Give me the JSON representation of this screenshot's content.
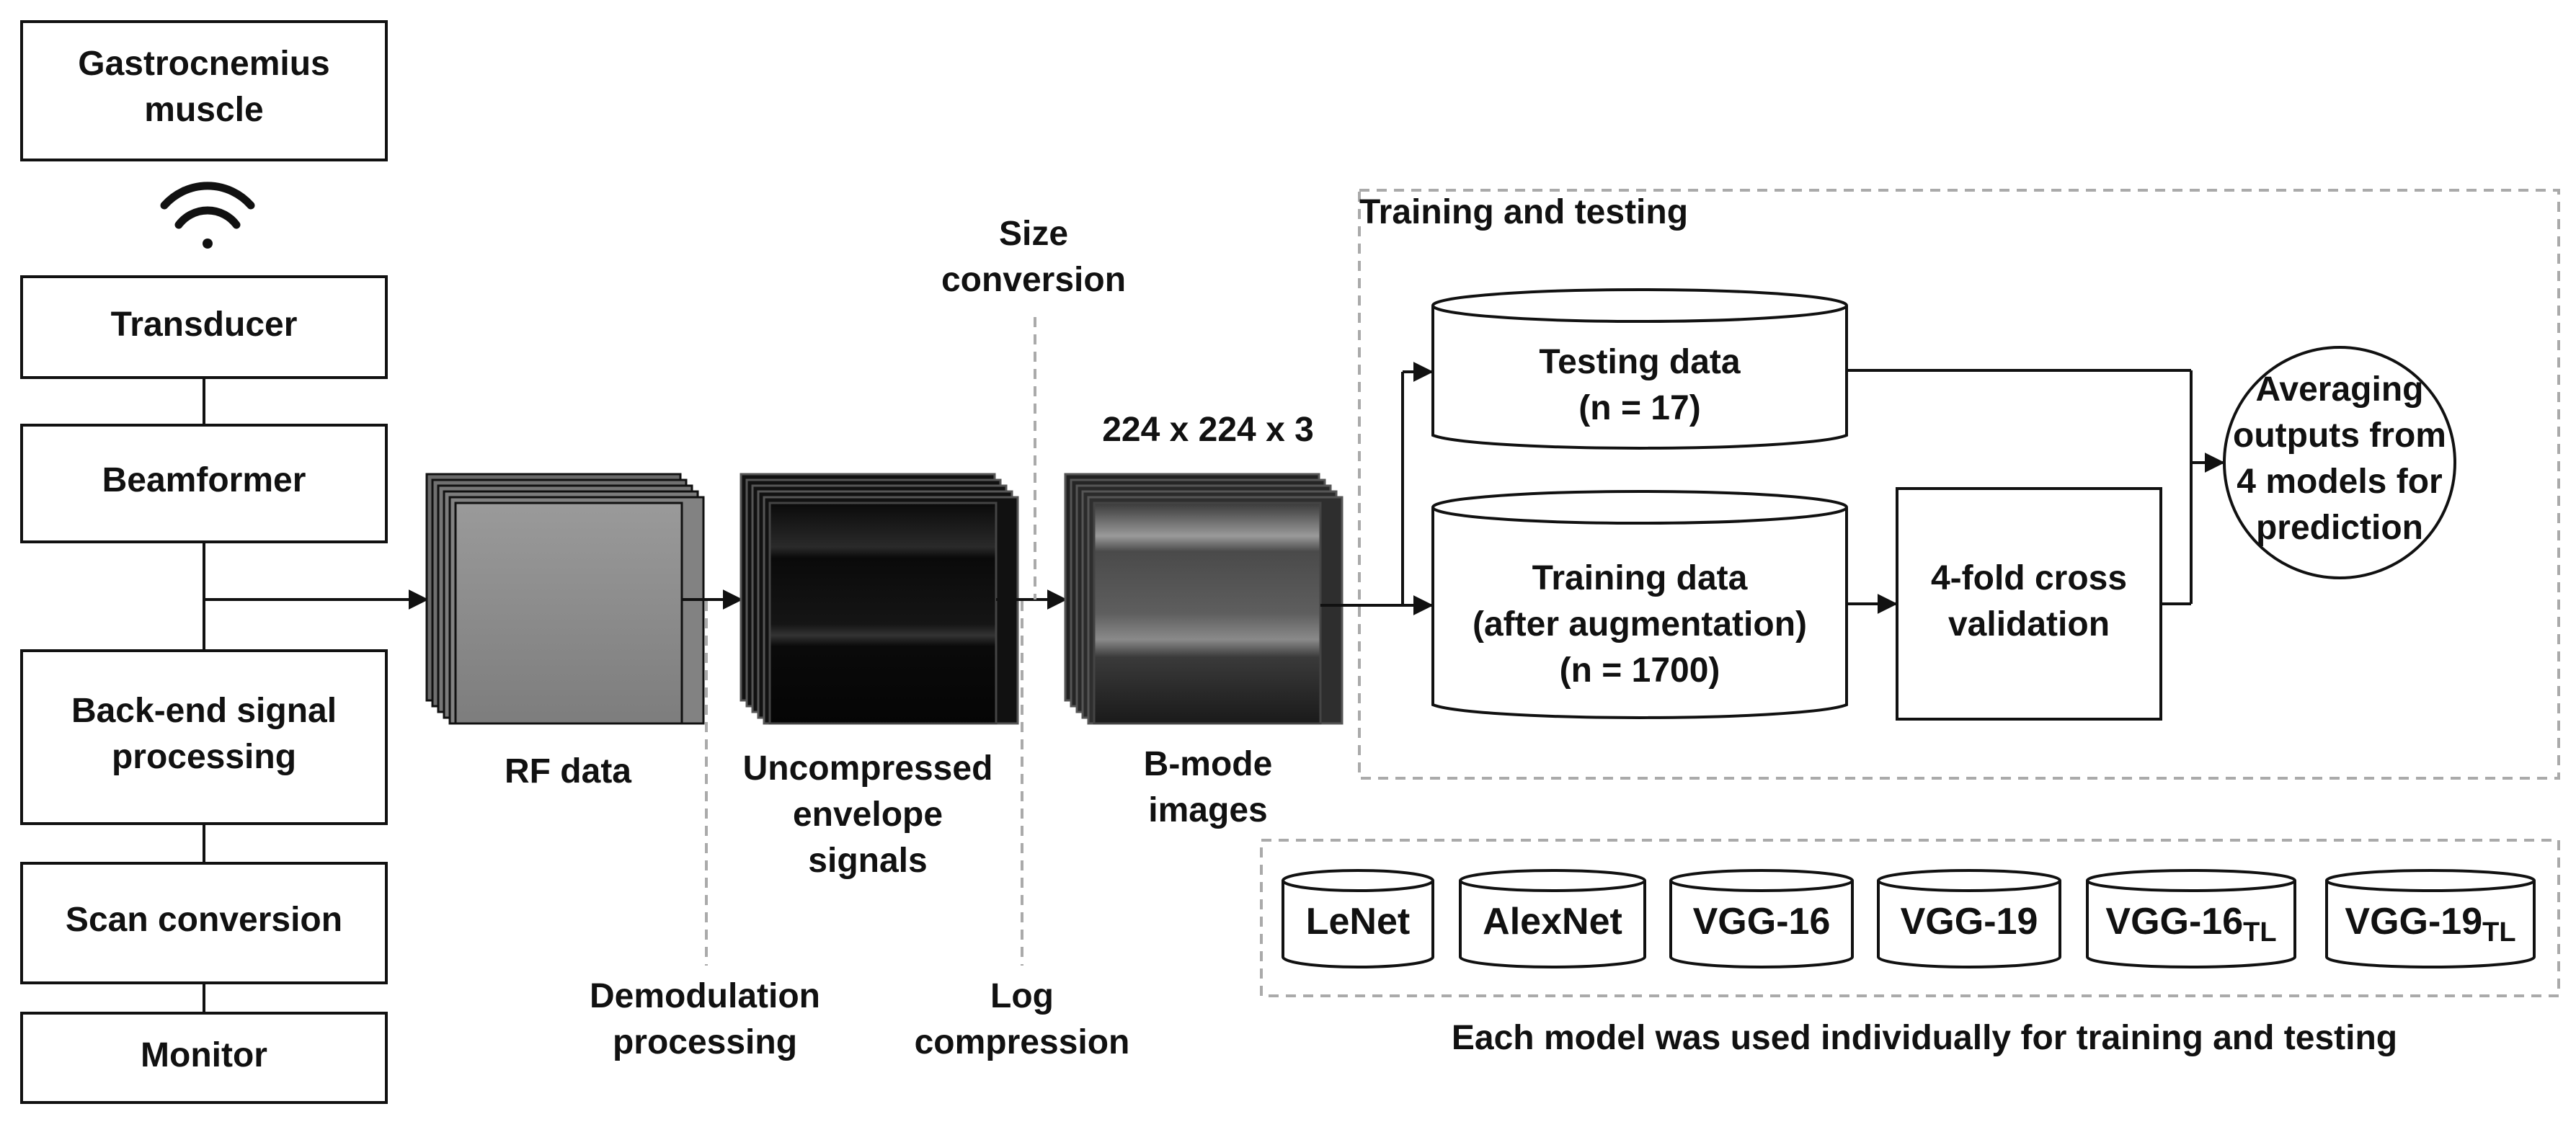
{
  "diagram": {
    "pipeline": {
      "muscle": [
        "Gastrocnemius",
        "muscle"
      ],
      "transducer": "Transducer",
      "beamformer": "Beamformer",
      "backend": [
        "Back-end signal",
        "processing"
      ],
      "scan": "Scan conversion",
      "monitor": "Monitor"
    },
    "stacks": {
      "rf": "RF data",
      "envelope": [
        "Uncompressed",
        "envelope",
        "signals"
      ],
      "bmode": [
        "B-mode",
        "images"
      ],
      "size_label": "224 x 224 x 3"
    },
    "annotations": {
      "size_conversion": [
        "Size",
        "conversion"
      ],
      "demodulation": [
        "Demodulation",
        "processing"
      ],
      "log_compression": [
        "Log",
        "compression"
      ]
    },
    "training": {
      "title": "Training and testing",
      "testing": [
        "Testing data",
        "(n = 17)"
      ],
      "training": [
        "Training data",
        "(after augmentation)",
        "(n = 1700)"
      ],
      "crossval": [
        "4-fold cross",
        "validation"
      ],
      "averaging": [
        "Averaging",
        "outputs from",
        "4 models for",
        "prediction"
      ]
    },
    "models": {
      "items": [
        {
          "main": "LeNet",
          "sub": ""
        },
        {
          "main": "AlexNet",
          "sub": ""
        },
        {
          "main": "VGG-16",
          "sub": ""
        },
        {
          "main": "VGG-19",
          "sub": ""
        },
        {
          "main": "VGG-16",
          "sub": "TL"
        },
        {
          "main": "VGG-19",
          "sub": "TL"
        }
      ],
      "caption": "Each model was used individually for training and testing"
    }
  }
}
